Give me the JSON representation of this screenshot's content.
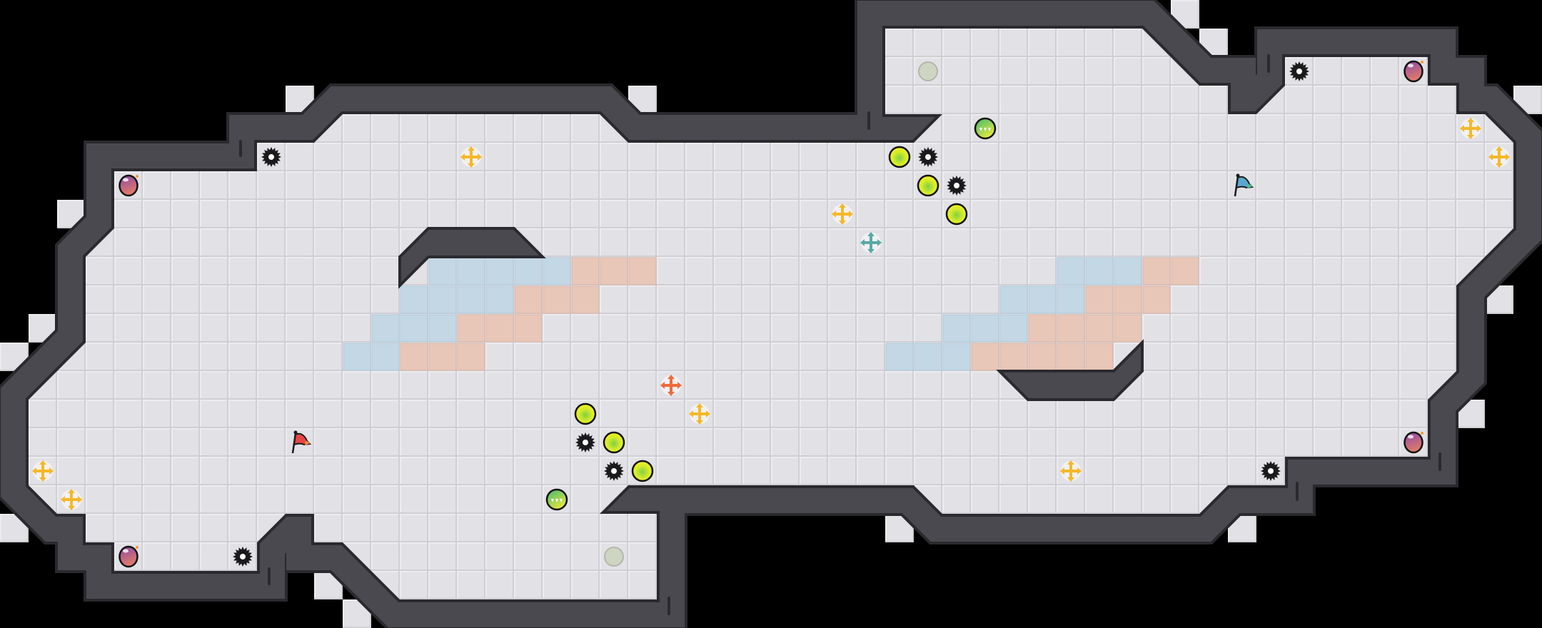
{
  "palette": {
    "background": "#000000",
    "floor": "#e2e2e6",
    "floor_line": "#cdcdd2",
    "wall": "#4a494f",
    "wall_edge": "#2a2a2e",
    "tile_blue": "#c3d7e5",
    "tile_orange": "#e8c6b8",
    "yellow_cross": "#f5b82a",
    "orange_cross": "#f06a3a",
    "teal_cross": "#5aa9a6",
    "red_flag": "#e84545",
    "blue_flag": "#5aa8d0"
  },
  "entities": [
    {
      "kind": "gear"
    },
    {
      "kind": "purple-blob"
    },
    {
      "kind": "yellow-cross"
    },
    {
      "kind": "gray-circle"
    },
    {
      "kind": "green-ball"
    },
    {
      "kind": "yellow-ball"
    },
    {
      "kind": "gear"
    },
    {
      "kind": "yellow-ball"
    },
    {
      "kind": "gear"
    },
    {
      "kind": "yellow-ball"
    },
    {
      "kind": "yellow-cross"
    },
    {
      "kind": "teal-cross"
    },
    {
      "kind": "gear"
    },
    {
      "kind": "purple-blob"
    },
    {
      "kind": "yellow-cross"
    },
    {
      "kind": "yellow-cross"
    },
    {
      "kind": "blue-flag"
    },
    {
      "kind": "orange-cross"
    },
    {
      "kind": "yellow-cross"
    },
    {
      "kind": "yellow-ball"
    },
    {
      "kind": "gear"
    },
    {
      "kind": "yellow-ball"
    },
    {
      "kind": "gear"
    },
    {
      "kind": "yellow-ball"
    },
    {
      "kind": "green-ball"
    },
    {
      "kind": "gray-circle"
    },
    {
      "kind": "red-flag"
    },
    {
      "kind": "yellow-cross"
    },
    {
      "kind": "yellow-cross"
    },
    {
      "kind": "purple-blob"
    },
    {
      "kind": "gear"
    },
    {
      "kind": "yellow-cross"
    },
    {
      "kind": "purple-blob"
    },
    {
      "kind": "gear"
    }
  ]
}
